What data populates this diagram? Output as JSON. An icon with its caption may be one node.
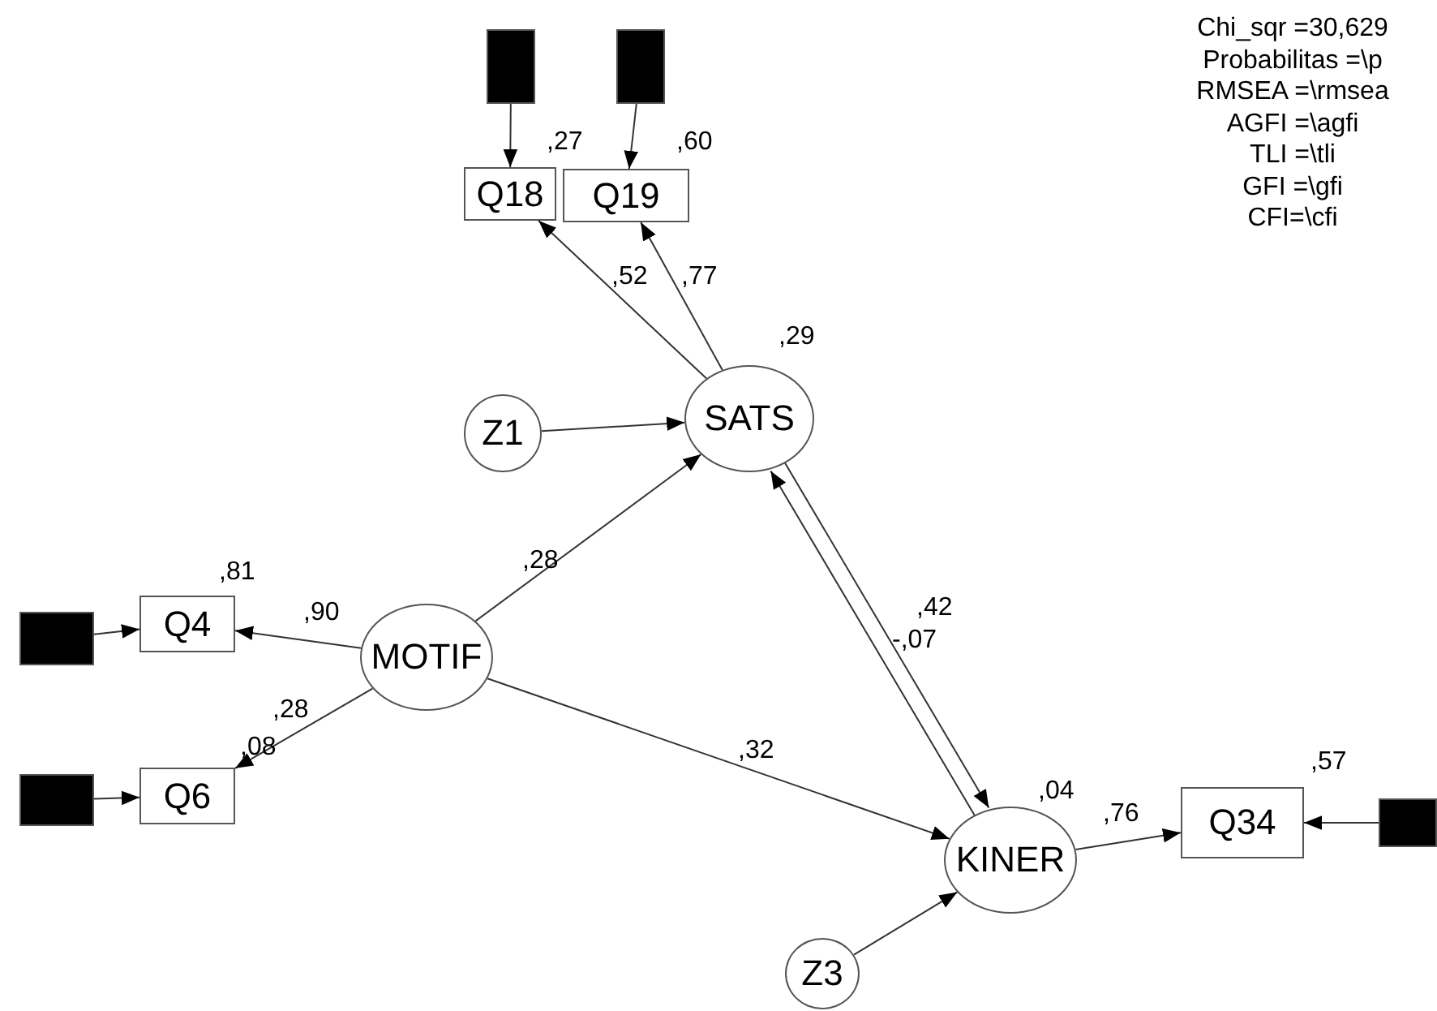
{
  "diagram": {
    "nodes": [
      {
        "text": [],
        "shape": "box"
      },
      {
        "text": [],
        "shape": "box"
      },
      {
        "text": [
          "Q18"
        ],
        "beside": [
          ",27"
        ]
      },
      {
        "text": [
          "Q19"
        ],
        "beside": [
          ",60"
        ]
      },
      {
        "text": [
          "Z1"
        ]
      },
      {
        "text": [
          "SATS"
        ],
        "beside": [
          ",29"
        ]
      },
      {
        "text": [
          "MOTIF"
        ]
      },
      {
        "text": [],
        "shape": "box"
      },
      {
        "text": [
          "Q4"
        ],
        "beside": [
          ",81"
        ]
      },
      {
        "text": [],
        "shape": "box"
      },
      {
        "text": [
          "Q6"
        ],
        "beside": [
          ",08"
        ]
      },
      {
        "text": [
          "KINER"
        ],
        "beside": [
          ",04"
        ]
      },
      {
        "text": [
          "Q34"
        ],
        "beside": [
          ",57"
        ]
      },
      {
        "text": [],
        "shape": "box"
      },
      {
        "text": [
          "Z3"
        ]
      }
    ],
    "edges": [
      {
        "from": 0,
        "to": 2,
        "arrow": "to"
      },
      {
        "from": 1,
        "to": 3,
        "arrow": "to"
      },
      {
        "from": 5,
        "to": 2,
        "arrow": "to",
        "label": ",52"
      },
      {
        "from": 5,
        "to": 3,
        "arrow": "to",
        "label": ",77"
      },
      {
        "from": 4,
        "to": 5,
        "arrow": "to"
      },
      {
        "from": 6,
        "to": 5,
        "arrow": "to",
        "label": ",28"
      },
      {
        "from": 6,
        "to": 8,
        "arrow": "to",
        "label": ",90"
      },
      {
        "from": 7,
        "to": 8,
        "arrow": "to"
      },
      {
        "from": 6,
        "to": 10,
        "arrow": "to",
        "label": ",28"
      },
      {
        "from": 9,
        "to": 10,
        "arrow": "to"
      },
      {
        "from": 6,
        "to": 11,
        "arrow": "to",
        "label": ",32"
      },
      {
        "from": 5,
        "to": 11,
        "arrow": "to",
        "label": ",42"
      },
      {
        "from": 11,
        "to": 5,
        "arrow": "to",
        "label": "-,07"
      },
      {
        "from": 14,
        "to": 11,
        "arrow": "to"
      },
      {
        "from": 11,
        "to": 12,
        "arrow": "to",
        "label": ",76"
      },
      {
        "from": 13,
        "to": 12,
        "arrow": "to"
      }
    ],
    "labels": [
      "Chi_sqr =30,629",
      "Probabilitas =\\p",
      "RMSEA =\\rmsea",
      "AGFI =\\agfi",
      "TLI =\\tli",
      "GFI =\\gfi",
      "CFI=\\cfi"
    ]
  }
}
